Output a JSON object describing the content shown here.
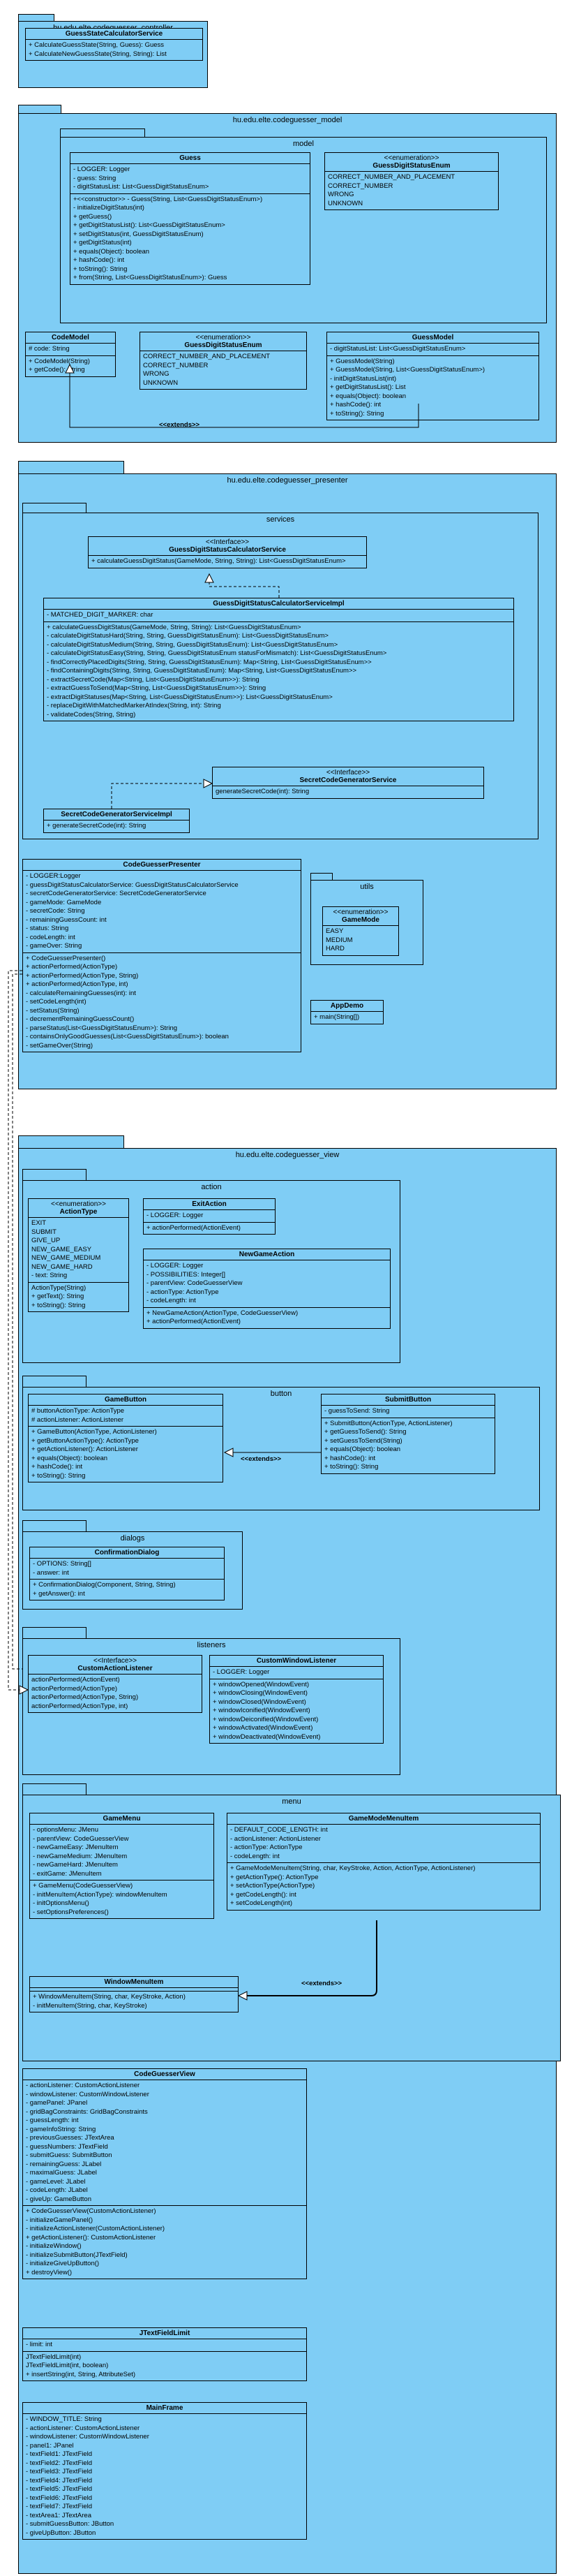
{
  "packages": {
    "controller": "hu.edu.elte.codeguesser_controller",
    "model": "hu.edu.elte.codeguesser_model",
    "model_inner": "model",
    "presenter": "hu.edu.elte.codeguesser_presenter",
    "services": "services",
    "utils": "utils",
    "view": "hu.edu.elte.codeguesser_view",
    "action": "action",
    "button": "button",
    "dialogs": "dialogs",
    "listeners": "listeners",
    "menu": "menu"
  },
  "connectors": {
    "extends_1": "<<extends>>",
    "extends_2": "<<extends>>",
    "extends_3": "<<extends>>"
  },
  "classes": {
    "guessStateCalc": {
      "name": "GuessStateCalculatorService",
      "sections": [
        [
          "+ CalculateGuessState(String, Guess): Guess",
          "+ CalculateNewGuessState(String, String): List"
        ]
      ]
    },
    "guess": {
      "name": "Guess",
      "sections": [
        [
          "- LOGGER: Logger",
          "- guess: String",
          "- digitStatusList: List<GuessDigitStatusEnum>"
        ],
        [
          "+<<constructor>> - Guess(String, List<GuessDigitStatusEnum>)",
          "- initializeDigitStatus(int)",
          "+ getGuess()",
          "+ getDigitStatusList(): List<GuessDigitStatusEnum>",
          "+ setDigitStatus(int, GuessDigitStatusEnum)",
          "+ getDigitStatus(int)",
          "+ equals(Object): boolean",
          "+ hashCode(): int",
          "+ toString(): String",
          "+ from(String, List<GuessDigitStatusEnum>): Guess"
        ]
      ]
    },
    "guessDigitStatusEnum1": {
      "stereotype": "<<enumeration>>",
      "name": "GuessDigitStatusEnum",
      "sections": [
        [
          "CORRECT_NUMBER_AND_PLACEMENT",
          "CORRECT_NUMBER",
          "WRONG",
          "UNKNOWN"
        ]
      ]
    },
    "codeModel": {
      "name": "CodeModel",
      "sections": [
        [
          "# code: String"
        ],
        [
          "+ CodeModel(String)",
          "+ getCode(): String"
        ]
      ]
    },
    "guessDigitStatusEnum2": {
      "stereotype": "<<enumeration>>",
      "name": "GuessDigitStatusEnum",
      "sections": [
        [
          "CORRECT_NUMBER_AND_PLACEMENT",
          "CORRECT_NUMBER",
          "WRONG",
          "UNKNOWN"
        ]
      ]
    },
    "guessModel": {
      "name": "GuessModel",
      "sections": [
        [
          "- digitStatusList: List<GuessDigitStatusEnum>"
        ],
        [
          "+ GuessModel(String)",
          "+ GuessModel(String, List<GuessDigitStatusEnum>)",
          "- initDigitStatusList(int)",
          "+ getDigitStatusList(): List",
          "+ equals(Object): boolean",
          "+ hashCode(): int",
          "+ toString(): String"
        ]
      ]
    },
    "guessDigitStatusCalcService": {
      "stereotype": "<<Interface>>",
      "name": "GuessDigitStatusCalculatorService",
      "sections": [
        [
          "+ calculateGuessDigitStatus(GameMode, String, String): List<GuessDigitStatusEnum>"
        ]
      ]
    },
    "guessDigitStatusCalcImpl": {
      "name": "GuessDigitStatusCalculatorServiceImpl",
      "sections": [
        [
          "- MATCHED_DIGIT_MARKER: char"
        ],
        [
          "+ calculateGuessDigitStatus(GameMode, String, String): List<GuessDigitStatusEnum>",
          "- calculateDigitStatusHard(String, String, GuessDigitStatusEnum): List<GuessDigitStatusEnum>",
          "- calculateDigitStatusMedium(String, String, GuessDigitStatusEnum): List<GuessDigitStatusEnum>",
          "- calculateDigitStatusEasy(String, String, GuessDigitStatusEnum statusForMismatch): List<GuessDigitStatusEnum>",
          "- findCorrectlyPlacedDigits(String, String, GuessDigitStatusEnum): Map<String, List<GuessDigitStatusEnum>>",
          "- findContainingDigits(String, String, GuessDigitStatusEnum): Map<String, List<GuessDigitStatusEnum>>",
          "- extractSecretCode(Map<String, List<GuessDigitStatusEnum>>): String",
          "- extractGuessToSend(Map<String, List<GuessDigitStatusEnum>>): String",
          "- extractDigitStatuses(Map<String, List<GuessDigitStatusEnum>>): List<GuessDigitStatusEnum>",
          "- replaceDigitWithMatchedMarkerAtIndex(String, int): String",
          "- validateCodes(String, String)"
        ]
      ]
    },
    "secretCodeGenService": {
      "stereotype": "<<Interface>>",
      "name": "SecretCodeGeneratorService",
      "sections": [
        [
          "generateSecretCode(int): String"
        ]
      ]
    },
    "secretCodeGenImpl": {
      "name": "SecretCodeGeneratorServiceImpl",
      "sections": [
        [
          "+ generateSecretCode(int): String"
        ]
      ]
    },
    "codeGuesserPresenter": {
      "name": "CodeGuesserPresenter",
      "sections": [
        [
          "- LOGGER:Logger",
          "- guessDigitStatusCalculatorService: GuessDigitStatusCalculatorService",
          "- secretCodeGeneratorService: SecretCodeGeneratorService",
          "- gameMode: GameMode",
          "- secretCode: String",
          "- remainingGuessCount: int",
          "- status: String",
          "- codeLength: int",
          "- gameOver: String"
        ],
        [
          "+ CodeGuesserPresenter()",
          "+ actionPerformed(ActionType)",
          "+ actionPerformed(ActionType, String)",
          "+ actionPerformed(ActionType, int)",
          "- calculateRemainingGuesses(int): int",
          "- setCodeLength(int)",
          "- setStatus(String)",
          "- decrementRemainingGuessCount()",
          "- parseStatus(List<GuessDigitStatusEnum>): String",
          "- containsOnlyGoodGuesses(List<GuessDigitStatusEnum>): boolean",
          "- setGameOver(String)"
        ]
      ]
    },
    "gameMode": {
      "stereotype": "<<enumeration>>",
      "name": "GameMode",
      "sections": [
        [
          "EASY",
          "MEDIUM",
          "HARD"
        ]
      ]
    },
    "appDemo": {
      "name": "AppDemo",
      "sections": [
        [
          "+ main(String[])"
        ]
      ]
    },
    "actionType": {
      "stereotype": "<<enumeration>>",
      "name": "ActionType",
      "sections": [
        [
          "EXIT",
          "SUBMIT",
          "GIVE_UP",
          "NEW_GAME_EASY",
          "NEW_GAME_MEDIUM",
          "NEW_GAME_HARD",
          "- text: String"
        ],
        [
          "ActionType(String)",
          "+ getText(): String",
          "+ toString(): String"
        ]
      ]
    },
    "exitAction": {
      "name": "ExitAction",
      "sections": [
        [
          "- LOGGER: Logger"
        ],
        [
          "+ actionPerformed(ActionEvent)"
        ]
      ]
    },
    "newGameAction": {
      "name": "NewGameAction",
      "sections": [
        [
          "- LOGGER: Logger",
          "- POSSIBILITIES: Integer[]",
          "- parentView: CodeGuesserView",
          "- actionType: ActionType",
          "- codeLength: int"
        ],
        [
          "+ NewGameAction(ActionType, CodeGuesserView)",
          "+ actionPerformed(ActionEvent)"
        ]
      ]
    },
    "gameButton": {
      "name": "GameButton",
      "sections": [
        [
          "# buttonActionType: ActionType",
          "# actionListener: ActionListener"
        ],
        [
          "+ GameButton(ActionType, ActionListener)",
          "+ getButtonActionType(): ActionType",
          "+ getActionListener(): ActionListener",
          "+ equals(Object): boolean",
          "+ hashCode(): int",
          "+ toString(): String"
        ]
      ]
    },
    "submitButton": {
      "name": "SubmitButton",
      "sections": [
        [
          "- guessToSend: String"
        ],
        [
          "+ SubmitButton(ActionType, ActionListener)",
          "+ getGuessToSend(): String",
          "+ setGuessToSend(String)",
          "+ equals(Object): boolean",
          "+ hashCode(): int",
          "+ toString(): String"
        ]
      ]
    },
    "confirmationDialog": {
      "name": "ConfirmationDialog",
      "sections": [
        [
          "- OPTIONS: String[]",
          "- answer: int"
        ],
        [
          "+ ConfirmationDialog(Component, String, String)",
          "+ getAnswer(): int"
        ]
      ]
    },
    "customActionListener": {
      "stereotype": "<<Interface>>",
      "name": "CustomActionListener",
      "sections": [
        [
          "actionPerformed(ActionEvent)",
          "actionPerformed(ActionType)",
          "actionPerformed(ActionType, String)",
          "actionPerformed(ActionType, int)"
        ]
      ]
    },
    "customWindowListener": {
      "name": "CustomWindowListener",
      "sections": [
        [
          "- LOGGER: Logger"
        ],
        [
          "+ windowOpened(WindowEvent)",
          "+ windowClosing(WindowEvent)",
          "+ windowClosed(WindowEvent)",
          "+ windowIconified(WindowEvent)",
          "+ windowDeiconified(WindowEvent)",
          "+ windowActivated(WindowEvent)",
          "+ windowDeactivated(WindowEvent)"
        ]
      ]
    },
    "gameMenu": {
      "name": "GameMenu",
      "sections": [
        [
          "- optionsMenu: JMenu",
          "- parentView: CodeGuesserView",
          "- newGameEasy: JMenuItem",
          "- newGameMedium: JMenuItem",
          "- newGameHard: JMenuItem",
          "- exitGame: JMenuItem"
        ],
        [
          "+ GameMenu(CodeGuesserView)",
          "- initMenuItem(ActionType): windowMenuItem",
          "- initOptionsMenu()",
          "- setOptionsPreferences()"
        ]
      ]
    },
    "gameModeMenuItem": {
      "name": "GameModeMenuItem",
      "sections": [
        [
          "- DEFAULT_CODE_LENGTH: int",
          "- actionListener: ActionListener",
          "- actionType: ActionType",
          "- codeLength: int"
        ],
        [
          "+ GameModeMenuItem(String, char, KeyStroke, Action, ActionType, ActionListener)",
          "+ getActionType(): ActionType",
          "+ setActionType(ActionType)",
          "+ getCodeLength(): int",
          "+ setCodeLength(int)"
        ]
      ]
    },
    "windowMenuItem": {
      "name": "WindowMenuItem",
      "sections": [
        [
          " "
        ],
        [
          "+ WindowMenuItem(String, char, KeyStroke, Action)",
          "- initMenuItem(String, char, KeyStroke)"
        ]
      ]
    },
    "codeGuesserView": {
      "name": "CodeGuesserView",
      "sections": [
        [
          "- actionListener: CustomActionListener",
          "- windowListener: CustomWindowListener",
          "- gamePanel: JPanel",
          "- gridBagConstraints: GridBagConstraints",
          "- guessLength: int",
          "- gameInfoString: String",
          "- previousGuesses: JTextArea",
          "- guessNumbers: JTextField",
          "- submitGuess: SubmitButton",
          "- remainingGuess: JLabel",
          "- maximalGuess: JLabel",
          "- gameLevel: JLabel",
          "- codeLength: JLabel",
          "- giveUp: GameButton"
        ],
        [
          "+ CodeGuesserView(CustomActionListener)",
          "- initializeGamePanel()",
          "- initializeActionListener(CustomActionListener)",
          "+ getActionListener(): CustomActionListener",
          "- initializeWindow()",
          "- initializeSubmitButton(JTextField)",
          "- initializeGiveUpButton()",
          "+ destroyView()"
        ]
      ]
    },
    "jTextFieldLimit": {
      "name": "JTextFieldLimit",
      "sections": [
        [
          "- limit: int"
        ],
        [
          "JTextFieldLimit(int)",
          "JTextFieldLimit(int, boolean)",
          "+ insertString(int, String, AttributeSet)"
        ]
      ]
    },
    "mainFrame": {
      "name": "MainFrame",
      "sections": [
        [
          "- WINDOW_TITLE: String",
          "- actionListener: CustomActionListener",
          "- windowListener: CustomWindowListener",
          "- panel1: JPanel",
          "- textField1: JTextField",
          "- textField2: JTextField",
          "- textField3: JTextField",
          "- textField4: JTextField",
          "- textField5: JTextField",
          "- textField6: JTextField",
          "- textField7: JTextField",
          "- textArea1: JTextArea",
          "- submitGuessButton: JButton",
          "- giveUpButton: JButton"
        ]
      ]
    }
  }
}
